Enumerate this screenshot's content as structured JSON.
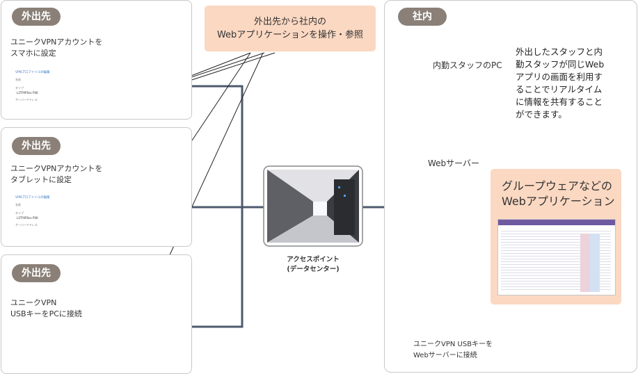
{
  "remote_sections": [
    {
      "badge": "外出先",
      "caption_lines": [
        "ユニークVPNアカウントを",
        "スマホに設定"
      ]
    },
    {
      "badge": "外出先",
      "caption_lines": [
        "ユニークVPNアカウントを",
        "タブレットに設定"
      ]
    },
    {
      "badge": "外出先",
      "caption_lines": [
        "ユニークVPN",
        "USBキーをPCに接続"
      ]
    }
  ],
  "vpn_settings_screen": {
    "title": "VPNプロファイルの編集",
    "fields": [
      "名前",
      "タイプ",
      "L2TP/IPSec PSK",
      "サーバーアドレス"
    ]
  },
  "top_callout": {
    "lines": [
      "外出先から社内の",
      "Webアプリケーションを操作・参照"
    ]
  },
  "access_point": {
    "lines": [
      "アクセスポイント",
      "(データセンター)"
    ]
  },
  "office": {
    "badge": "社内",
    "staff_pc_label": "内勤スタッフのPC",
    "description_lines": [
      "外出したスタッフと内",
      "勤スタッフが同じWeb",
      "アプリの画面を利用す",
      "ることでリアルタイム",
      "に情報を共有すること",
      "ができます。"
    ],
    "web_server_label": "Webサーバー",
    "groupware_callout": {
      "lines": [
        "グループウェアなどの",
        "Webアプリケーション"
      ]
    },
    "usb_caption_lines": [
      "ユニークVPN USBキーを",
      "Webサーバーに接続"
    ]
  },
  "colors": {
    "connection": "#4d5a6e",
    "callout": "#fbd8c2",
    "badge": "#8a8078",
    "arrow": "#9a9a9a"
  }
}
